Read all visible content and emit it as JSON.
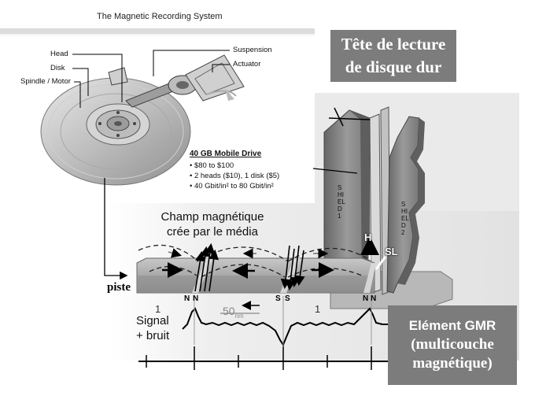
{
  "top_title": "The Magnetic Recording System",
  "drive_labels": {
    "head": "Head",
    "disk": "Disk",
    "spindle_motor": "Spindle / Motor",
    "suspension": "Suspension",
    "actuator": "Actuator"
  },
  "drive_specs": {
    "title": "40 GB Mobile Drive",
    "items": [
      "• $80 to $100",
      "• 2 heads ($10), 1 disk ($5)",
      "• 40 Gbit/in² to 80 Gbit/in²"
    ]
  },
  "title_box": {
    "line1": "Tête de lecture",
    "line2": "de disque dur"
  },
  "shield_labels": {
    "shield1": "SHIELD 1",
    "shield2": "SHIELD 2"
  },
  "head_labels": {
    "h": "H",
    "sl": "SL"
  },
  "champ": {
    "line1": "Champ magnétique",
    "line2": "crée par le média"
  },
  "piste": "piste",
  "magnet_labels": {
    "n": "N",
    "s": "S"
  },
  "bit_labels": {
    "one": "1"
  },
  "width_label": {
    "value": "50",
    "unit": "nm"
  },
  "signal": {
    "line1": "Signal",
    "line2": "+ bruit"
  },
  "gmr_box": {
    "line1": "Elément GMR",
    "line2": "(multicouche",
    "line3": "magnétique)"
  },
  "colors": {
    "label_box": "#7c7c7c",
    "media_track": "#9a9a9a",
    "shield": "#8d8d8d",
    "disk": "#b4b4b4"
  }
}
